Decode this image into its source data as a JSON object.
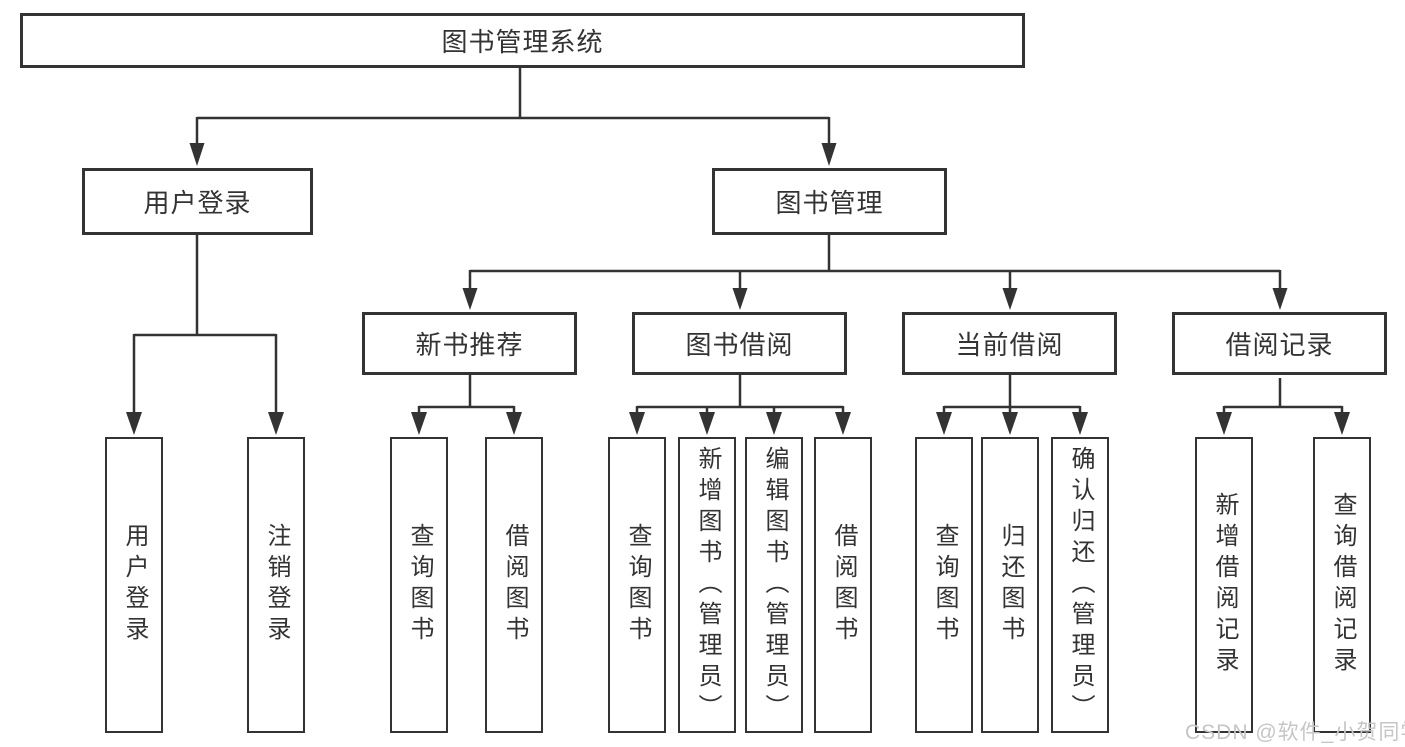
{
  "diagram": {
    "root": {
      "label": "图书管理系统"
    },
    "level2": [
      {
        "label": "用户登录"
      },
      {
        "label": "图书管理"
      }
    ],
    "level3": [
      {
        "label": "新书推荐"
      },
      {
        "label": "图书借阅"
      },
      {
        "label": "当前借阅"
      },
      {
        "label": "借阅记录"
      }
    ],
    "leaves": {
      "login": [
        "用户登录",
        "注销登录"
      ],
      "recommend": [
        "查询图书",
        "借阅图书"
      ],
      "borrow": [
        "查询图书",
        "新增图书（管理员）",
        "编辑图书（管理员）",
        "借阅图书"
      ],
      "current": [
        "查询图书",
        "归还图书",
        "确认归还（管理员）"
      ],
      "records": [
        "新增借阅记录",
        "查询借阅记录"
      ]
    },
    "colors": {
      "line": "#333333",
      "text": "#333333",
      "watermark": "#c6c6c6",
      "background": "#ffffff"
    },
    "watermark": "CSDN @软件_小贺同学"
  }
}
